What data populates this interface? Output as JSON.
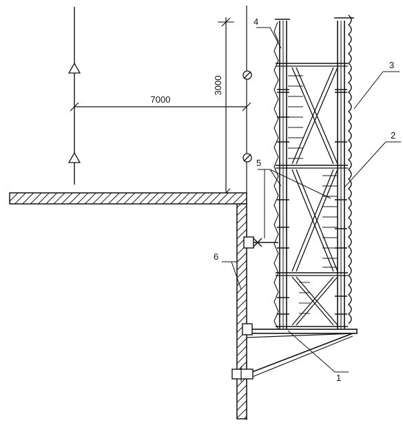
{
  "dimensions": {
    "horizontal": "7000",
    "vertical": "3000"
  },
  "callouts": {
    "c1": "1",
    "c2": "2",
    "c3": "3",
    "c4": "4",
    "c5": "5",
    "c6": "6"
  }
}
